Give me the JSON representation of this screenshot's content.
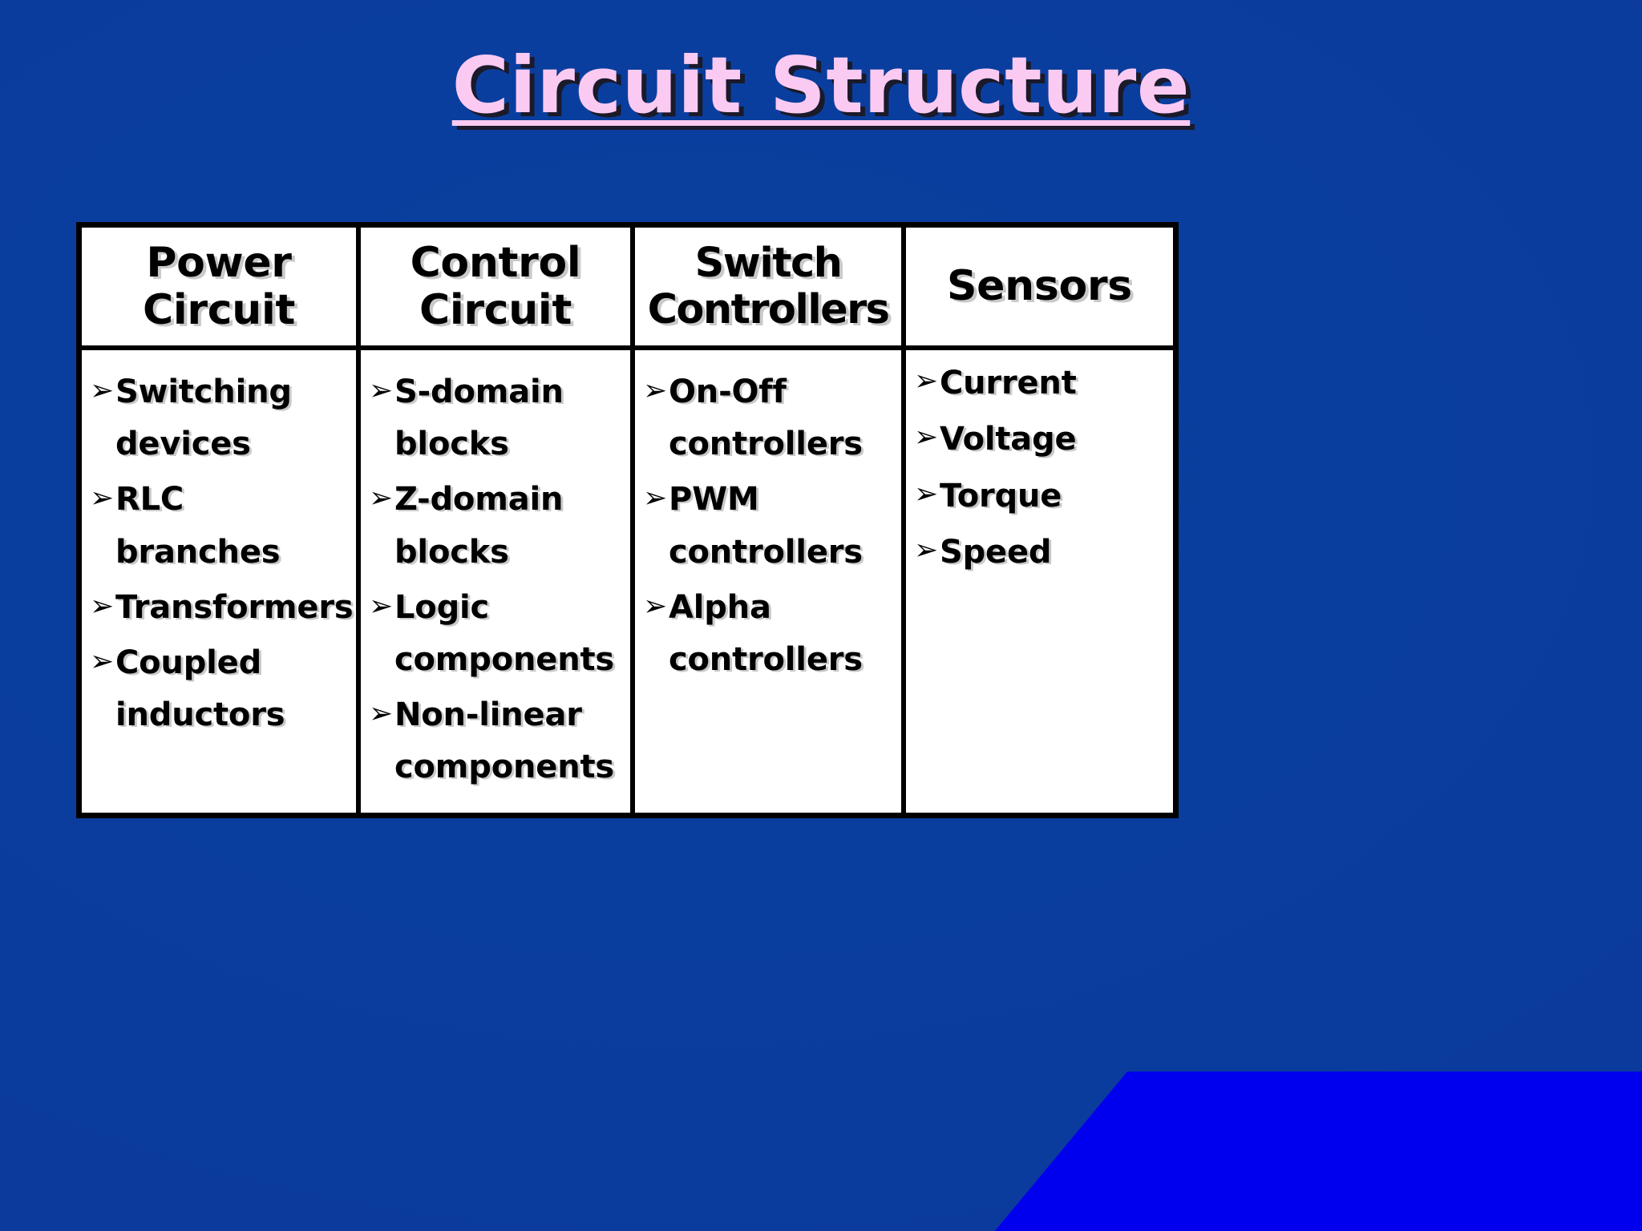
{
  "slide": {
    "background_color": "#0a3c9e",
    "accent_shape_color": "#0000ee",
    "title": "Circuit Structure",
    "title_color": "#fbcaf2",
    "title_shadow_color": "#1a1a2a"
  },
  "table": {
    "columns": [
      {
        "header": "Power\nCircuit",
        "items": [
          "Switching devices",
          "RLC branches",
          "Transformers",
          "Coupled inductors"
        ]
      },
      {
        "header": "Control\nCircuit",
        "items": [
          "S-domain blocks",
          "Z-domain blocks",
          "Logic components",
          "Non-linear components"
        ]
      },
      {
        "header": "Switch\nControllers",
        "items": [
          "On-Off controllers",
          "PWM controllers",
          "Alpha controllers"
        ]
      },
      {
        "header": "Sensors",
        "items": [
          "Current",
          "Voltage",
          "Torque",
          "Speed"
        ]
      }
    ],
    "bullet_glyph": "➢"
  }
}
